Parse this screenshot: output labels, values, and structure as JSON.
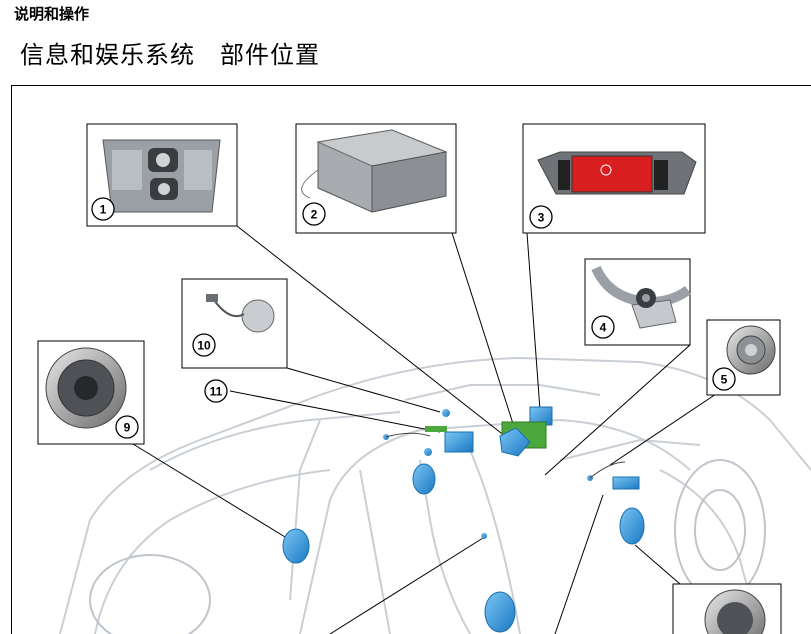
{
  "header": {
    "section_title": "说明和操作",
    "page_title": "信息和娱乐系统　部件位置"
  },
  "callouts": [
    "1",
    "2",
    "3",
    "4",
    "5",
    "9",
    "10",
    "11"
  ],
  "colors": {
    "component_blue": "#2f9be0",
    "component_green": "#4ca83c",
    "display_red": "#d81e1e",
    "vehicle_ghost": "#c9cfd4"
  },
  "icons": [
    "control-panel-icon",
    "audio-unit-icon",
    "display-screen-icon",
    "steering-wheel-controls-icon",
    "tweeter-icon",
    "speaker-icon",
    "antenna-icon"
  ]
}
